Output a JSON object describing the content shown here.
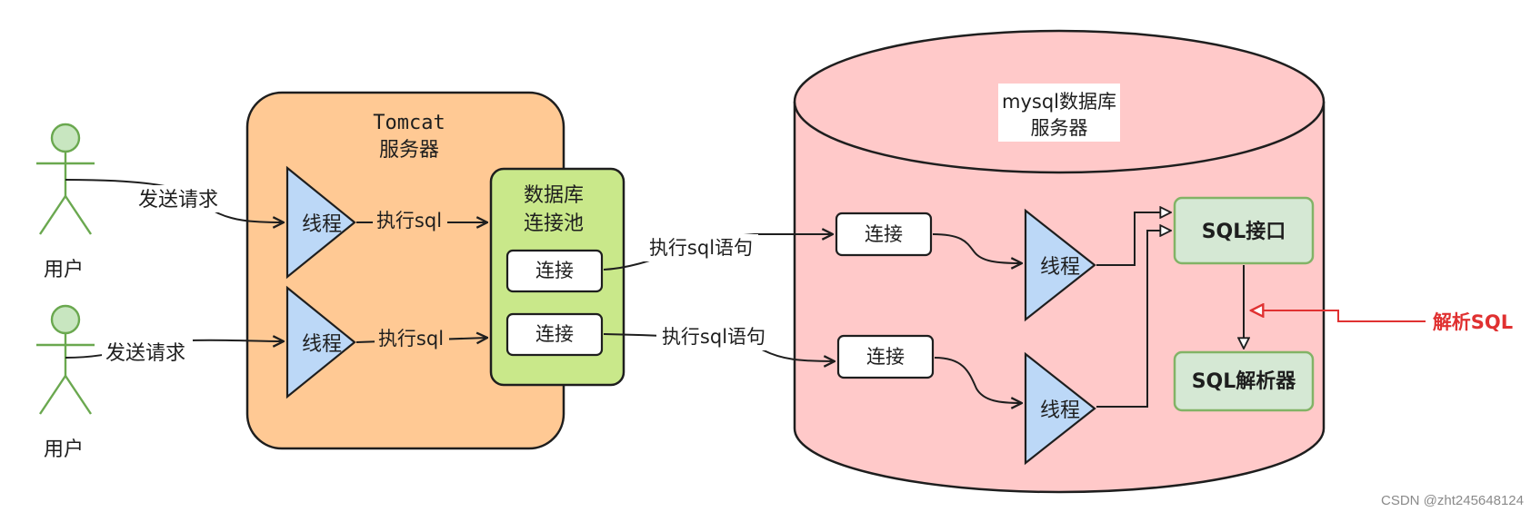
{
  "labels": {
    "user_top": "用户",
    "user_bottom": "用户",
    "send_request_top": "发送请求",
    "send_request_bottom": "发送请求",
    "tomcat_line1": "Tomcat",
    "tomcat_line2": "服务器",
    "thread": "线程",
    "exec_sql": "执行sql",
    "pool_line1": "数据库",
    "pool_line2": "连接池",
    "connection": "连接",
    "exec_sql_stmt": "执行sql语句",
    "mysql_line1": "mysql数据库",
    "mysql_line2": "服务器",
    "sql_interface": "SQL接口",
    "sql_parser": "SQL解析器",
    "parse_sql": "解析SQL",
    "watermark": "CSDN @zht245648124"
  },
  "colors": {
    "stroke": "#1e1e1e",
    "actor": "#6aa84f",
    "actor_fill": "#c8e6c0",
    "tomcat_fill": "#ffc994",
    "pool_fill": "#c9e88a",
    "thread_fill": "#bcd8f7",
    "mysql_fill": "#ffc9c9",
    "sql_box_fill": "#d5e8d4",
    "sql_box_stroke": "#82b366",
    "red": "#e03131"
  }
}
